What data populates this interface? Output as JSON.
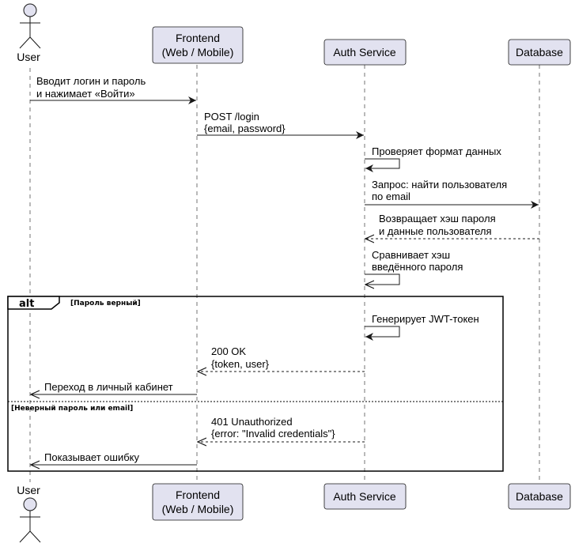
{
  "participants": {
    "user": {
      "label": "User"
    },
    "frontend": {
      "line1": "Frontend",
      "line2": "(Web / Mobile)"
    },
    "auth": {
      "label": "Auth Service"
    },
    "db": {
      "label": "Database"
    }
  },
  "messages": [
    {
      "line1": "Вводит логин и пароль",
      "line2": "и нажимает «Войти»"
    },
    {
      "line1": "POST /login",
      "line2": "{email, password}"
    },
    {
      "line1": "Проверяет формат данных"
    },
    {
      "line1": "Запрос: найти пользователя",
      "line2": "по email"
    },
    {
      "line1": "Возвращает хэш пароля",
      "line2": "и данные пользователя"
    },
    {
      "line1": "Сравнивает хэш",
      "line2": "введённого пароля"
    },
    {
      "line1": "Генерирует JWT-токен"
    },
    {
      "line1": "200 OK",
      "line2": "{token, user}"
    },
    {
      "line1": "Переход в личный кабинет"
    },
    {
      "line1": "401 Unauthorized",
      "line2": "{error: \"Invalid credentials\"}"
    },
    {
      "line1": "Показывает ошибку"
    }
  ],
  "alt": {
    "keyword": "alt",
    "condition1": "[Пароль верный]",
    "condition2": "[Неверный пароль или email]"
  },
  "colors": {
    "participant_fill": "#e2e2f0",
    "participant_border": "#181818",
    "lifeline": "#181818"
  }
}
